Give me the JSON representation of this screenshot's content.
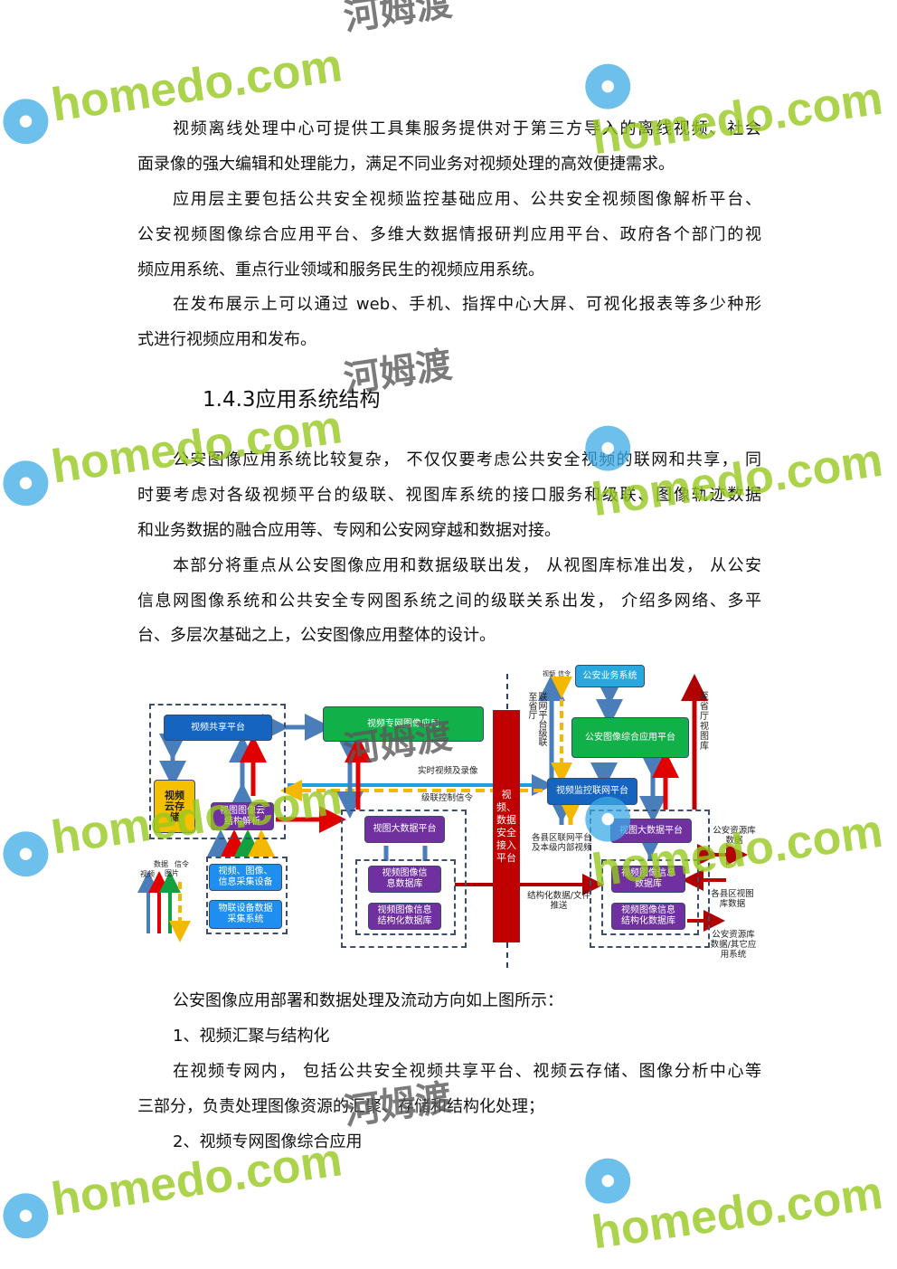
{
  "paragraphs_top": [
    {
      "lines": [
        "视频离线处理中心可提供工具集服务提供对于第三方导入的离线视频、社会",
        "面录像的强大编辑和处理能力，满足不同业务对视频处理的高效便捷需求。"
      ]
    },
    {
      "lines": [
        "应用层主要包括公共安全视频监控基础应用、公共安全视频图像解析平台、",
        "公安视频图像综合应用平台、多维大数据情报研判应用平台、政府各个部门的视",
        "频应用系统、重点行业领域和服务民生的视频应用系统。"
      ]
    },
    {
      "lines": [
        "在发布展示上可以通过 web、手机、指挥中心大屏、可视化报表等多少种形",
        "式进行视频应用和发布。"
      ]
    }
  ],
  "heading": "1.4.3应用系统结构",
  "paragraphs_mid": [
    {
      "lines": [
        "公安图像应用系统比较复杂， 不仅仅要考虑公共安全视频的联网和共享， 同",
        "时要考虑对各级视频平台的级联、视图库系统的接口服务和级联、图像轨迹数据",
        "和业务数据的融合应用等、专网和公安网穿越和数据对接。"
      ]
    },
    {
      "lines": [
        "本部分将重点从公安图像应用和数据级联出发， 从视图库标准出发， 从公安",
        "信息网图像系统和公共安全专网图系统之间的级联关系出发， 介绍多网络、多平",
        "台、多层次基础之上，公安图像应用整体的设计。"
      ]
    }
  ],
  "diagram": {
    "video_share_platform": "视频共享平台",
    "video_cloud_storage": "视频云存储",
    "view_image_cloud_analysis": "视图图像云结构解析",
    "video_private_net_app": "视频专网图像应用",
    "security_access_platform": "视频、数据安全接入平台",
    "collect_devices": "视频、图像、信息采集设备",
    "iot_collect": "物联设备数据采集系统",
    "bigdata_left": "视图大数据平台",
    "db_info_left": "视频图像信息数据库",
    "db_struct_left": "视频图像信息结构化数据库",
    "realtime_video": "实时视频及录像",
    "cascade_signal": "级联控制信令",
    "legend": {
      "video": "视频",
      "data": "数据",
      "image": "图片",
      "signal": "信令"
    },
    "police_business": "公安业务系统",
    "police_image_platform": "公安图像综合应用平台",
    "video_monitor_net": "视频监控联网平台",
    "bigdata_right": "视图大数据平台",
    "db_info_right": "视频图像信息数据库",
    "db_struct_right": "视频图像信息结构化数据库",
    "top_video": "视频",
    "top_signal": "信令",
    "cascade_to_province": "联网平台级联至省厅",
    "to_province_viewlib": "至省厅视图库",
    "county_platforms": "各县区联网平台及本级内部视频",
    "struct_push": "结构化数据/文件推送",
    "police_resource": "公安资源库数据",
    "county_viewlib": "各县区视图库数据",
    "police_resource_other": "公安资源库数据/其它应用系统"
  },
  "paragraphs_bottom": [
    {
      "lines": [
        "公安图像应用部署和数据处理及流动方向如上图所示："
      ]
    },
    {
      "lines": [
        "1、视频汇聚与结构化"
      ]
    },
    {
      "lines": [
        "在视频专网内， 包括公共安全视频共享平台、视频云存储、图像分析中心等",
        "三部分，负责处理图像资源的汇聚、存储和结构化处理；"
      ]
    },
    {
      "lines": [
        "2、视频专网图像综合应用"
      ]
    }
  ],
  "watermark": {
    "en": "homedo.com",
    "cn": "河姆渡"
  }
}
